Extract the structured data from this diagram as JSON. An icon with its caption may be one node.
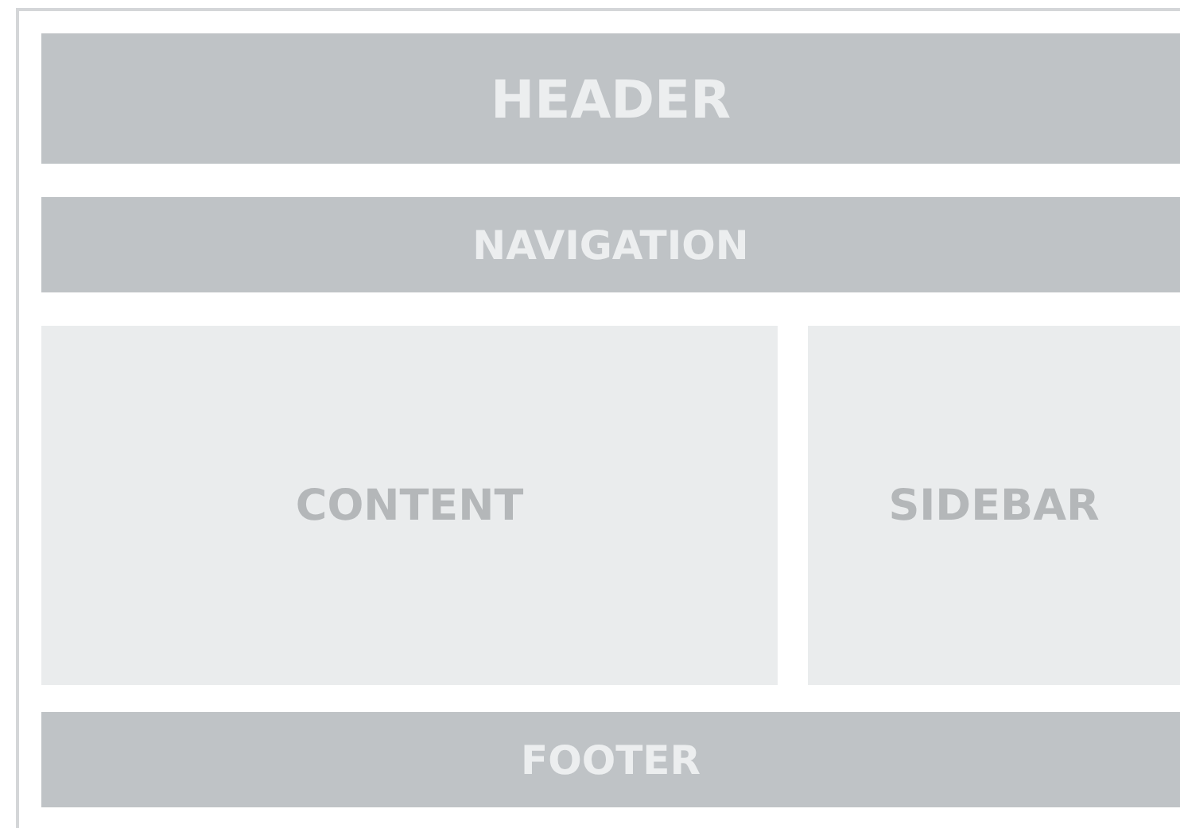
{
  "diagram": {
    "nodes": [
      {
        "text": [
          "HEADER"
        ]
      },
      {
        "text": [
          "NAVIGATION"
        ]
      },
      {
        "text": [
          "CONTENT"
        ]
      },
      {
        "text": [
          "SIDEBAR"
        ]
      },
      {
        "text": [
          "FOOTER"
        ]
      }
    ]
  }
}
